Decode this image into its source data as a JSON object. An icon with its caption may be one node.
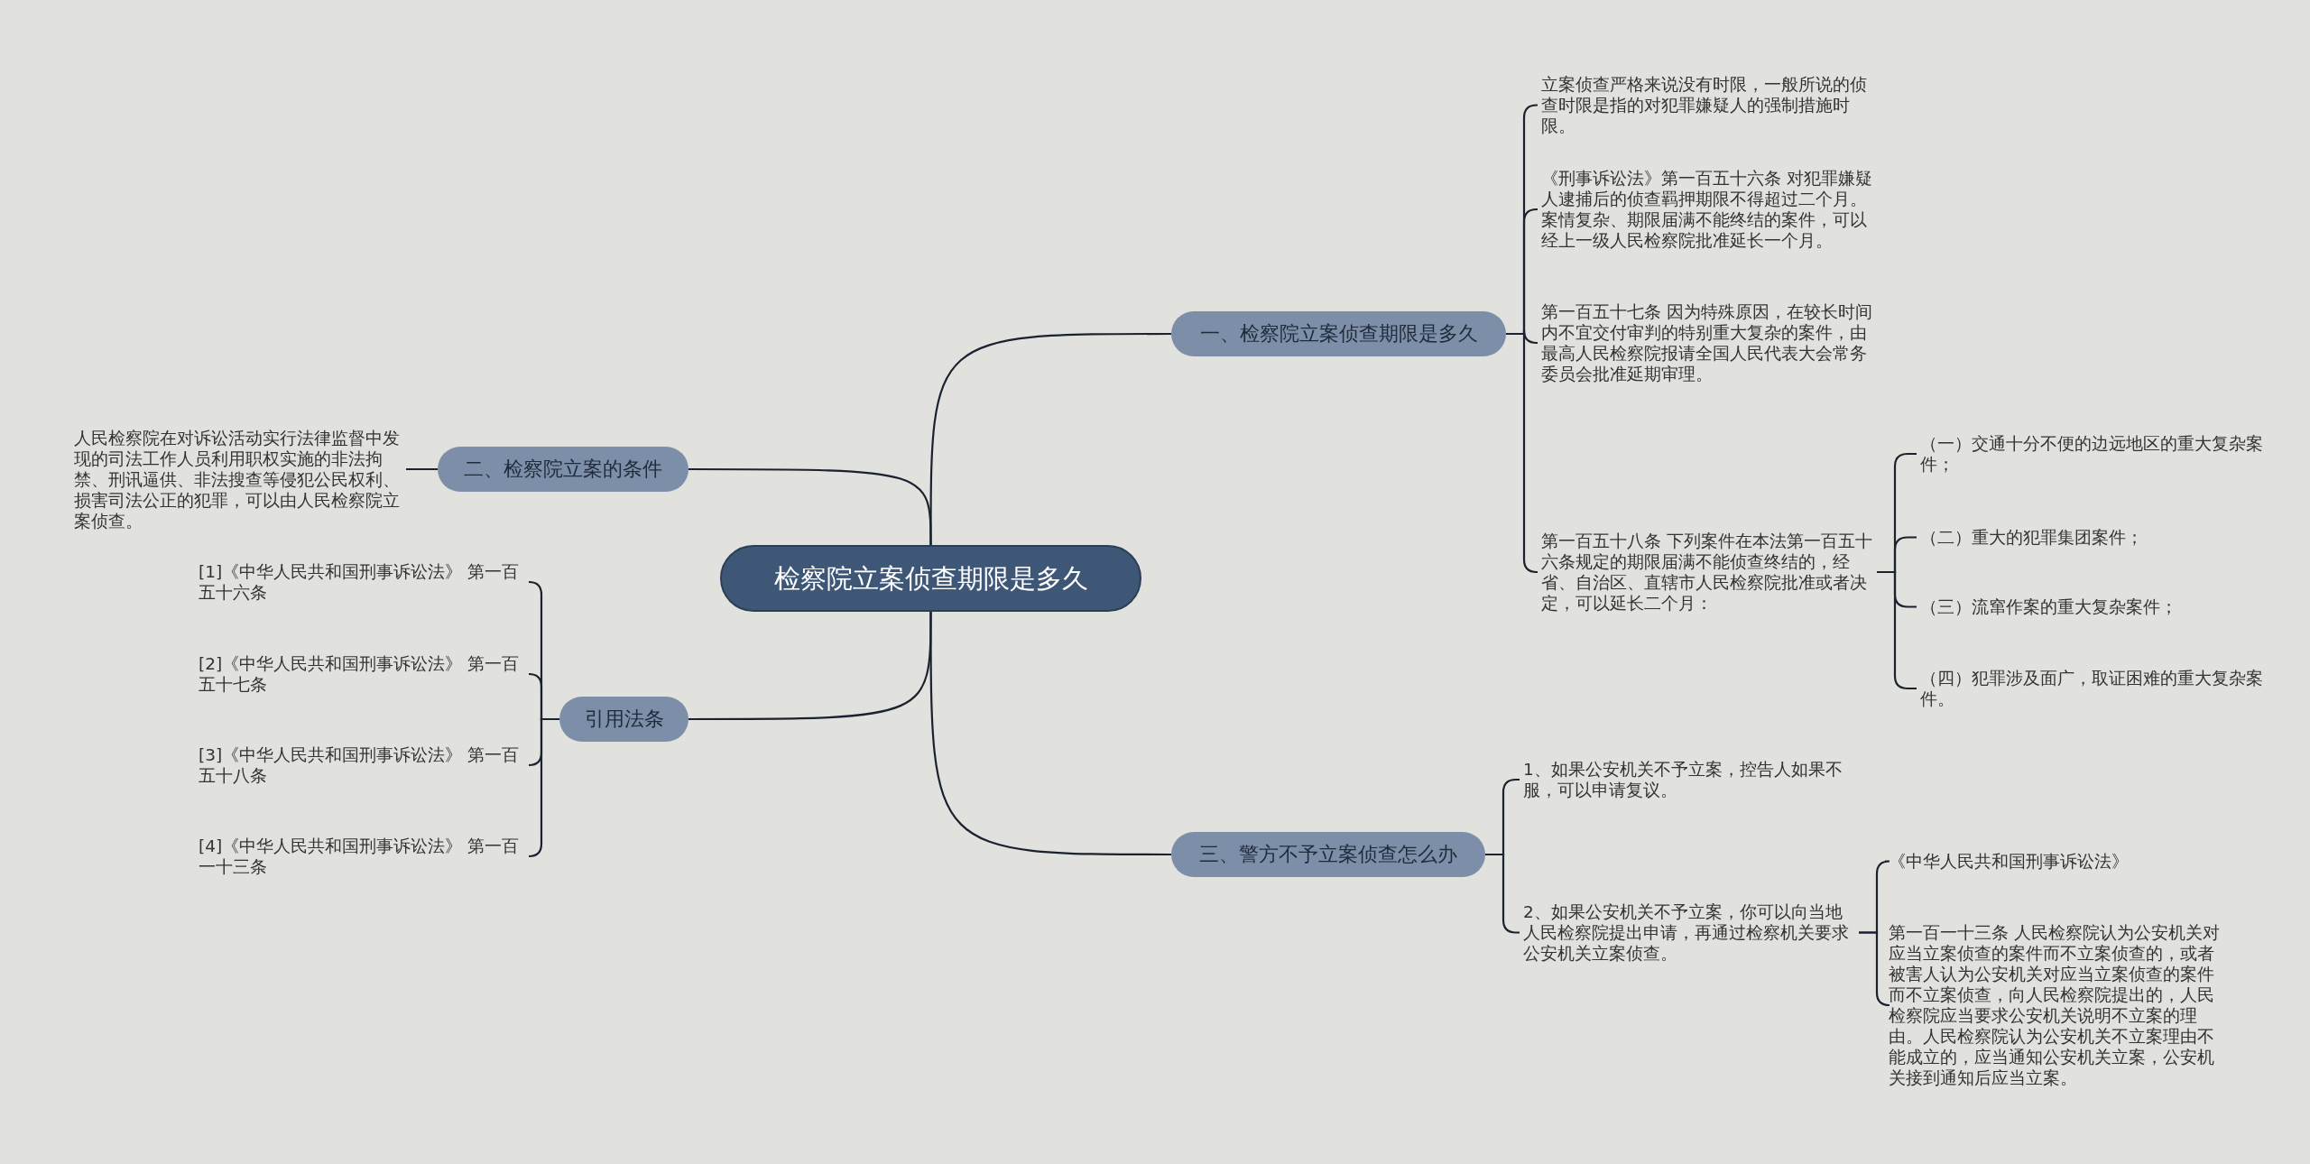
{
  "diagram": {
    "nodes": [
      {
        "text": [
          "检察院立案侦查期限是多久"
        ]
      },
      {
        "text": [
          "一、检察院立案侦查期限是多久"
        ]
      },
      {
        "text": [
          "立案侦查严格来说没有时限，一般所说的侦查时限是指的对犯罪嫌疑人的强制措施时限。"
        ]
      },
      {
        "text": [
          "《刑事诉讼法》第一百五十六条 对犯罪嫌疑人逮捕后的侦查羁押期限不得超过二个月。案情复杂、期限届满不能终结的案件，可以经上一级人民检察院批准延长一个月。"
        ]
      },
      {
        "text": [
          "第一百五十七条 因为特殊原因，在较长时间内不宜交付审判的特别重大复杂的案件，由最高人民检察院报请全国人民代表大会常务委员会批准延期审理。"
        ]
      },
      {
        "text": [
          "第一百五十八条 下列案件在本法第一百五十六条规定的期限届满不能侦查终结的，经省、自治区、直辖市人民检察院批准或者决定，可以延长二个月："
        ]
      },
      {
        "text": [
          "（一）交通十分不便的边远地区的重大复杂案件；"
        ]
      },
      {
        "text": [
          "（二）重大的犯罪集团案件；"
        ]
      },
      {
        "text": [
          "（三）流窜作案的重大复杂案件；"
        ]
      },
      {
        "text": [
          "（四）犯罪涉及面广，取证困难的重大复杂案件。"
        ]
      },
      {
        "text": [
          "二、检察院立案的条件"
        ]
      },
      {
        "text": [
          "人民检察院在对诉讼活动实行法律监督中发现的司法工作人员利用职权实施的非法拘禁、刑讯逼供、非法搜查等侵犯公民权利、损害司法公正的犯罪，可以由人民检察院立案侦查。"
        ]
      },
      {
        "text": [
          "引用法条"
        ]
      },
      {
        "text": [
          "[1]《中华人民共和国刑事诉讼法》 第一百五十六条"
        ]
      },
      {
        "text": [
          "[2]《中华人民共和国刑事诉讼法》 第一百五十七条"
        ]
      },
      {
        "text": [
          "[3]《中华人民共和国刑事诉讼法》 第一百五十八条"
        ]
      },
      {
        "text": [
          "[4]《中华人民共和国刑事诉讼法》 第一百一十三条"
        ]
      },
      {
        "text": [
          "三、警方不予立案侦查怎么办"
        ]
      },
      {
        "text": [
          "1、如果公安机关不予立案，控告人如果不服，可以申请复议。"
        ]
      },
      {
        "text": [
          "2、如果公安机关不予立案，你可以向当地人民检察院提出申请，再通过检察机关要求公安机关立案侦查。"
        ]
      },
      {
        "text": [
          "《中华人民共和国刑事诉讼法》"
        ]
      },
      {
        "text": [
          "第一百一十三条 人民检察院认为公安机关对应当立案侦查的案件而不立案侦查的，或者被害人认为公安机关对应当立案侦查的案件而不立案侦查，向人民检察院提出的，人民检察院应当要求公安机关说明不立案的理由。人民检察院认为公安机关不立案理由不能成立的，应当通知公安机关立案，公安机关接到通知后应当立案。"
        ]
      }
    ],
    "edges": [
      {
        "from": 0,
        "to": 1,
        "arrow": "none"
      },
      {
        "from": 1,
        "to": 2,
        "arrow": "none"
      },
      {
        "from": 1,
        "to": 3,
        "arrow": "none"
      },
      {
        "from": 1,
        "to": 4,
        "arrow": "none"
      },
      {
        "from": 1,
        "to": 5,
        "arrow": "none"
      },
      {
        "from": 5,
        "to": 6,
        "arrow": "none"
      },
      {
        "from": 5,
        "to": 7,
        "arrow": "none"
      },
      {
        "from": 5,
        "to": 8,
        "arrow": "none"
      },
      {
        "from": 5,
        "to": 9,
        "arrow": "none"
      },
      {
        "from": 0,
        "to": 10,
        "arrow": "none"
      },
      {
        "from": 10,
        "to": 11,
        "arrow": "none"
      },
      {
        "from": 0,
        "to": 12,
        "arrow": "none"
      },
      {
        "from": 12,
        "to": 13,
        "arrow": "none"
      },
      {
        "from": 12,
        "to": 14,
        "arrow": "none"
      },
      {
        "from": 12,
        "to": 15,
        "arrow": "none"
      },
      {
        "from": 12,
        "to": 16,
        "arrow": "none"
      },
      {
        "from": 0,
        "to": 17,
        "arrow": "none"
      },
      {
        "from": 17,
        "to": 18,
        "arrow": "none"
      },
      {
        "from": 17,
        "to": 19,
        "arrow": "none"
      },
      {
        "from": 19,
        "to": 20,
        "arrow": "none"
      },
      {
        "from": 19,
        "to": 21,
        "arrow": "none"
      }
    ]
  }
}
